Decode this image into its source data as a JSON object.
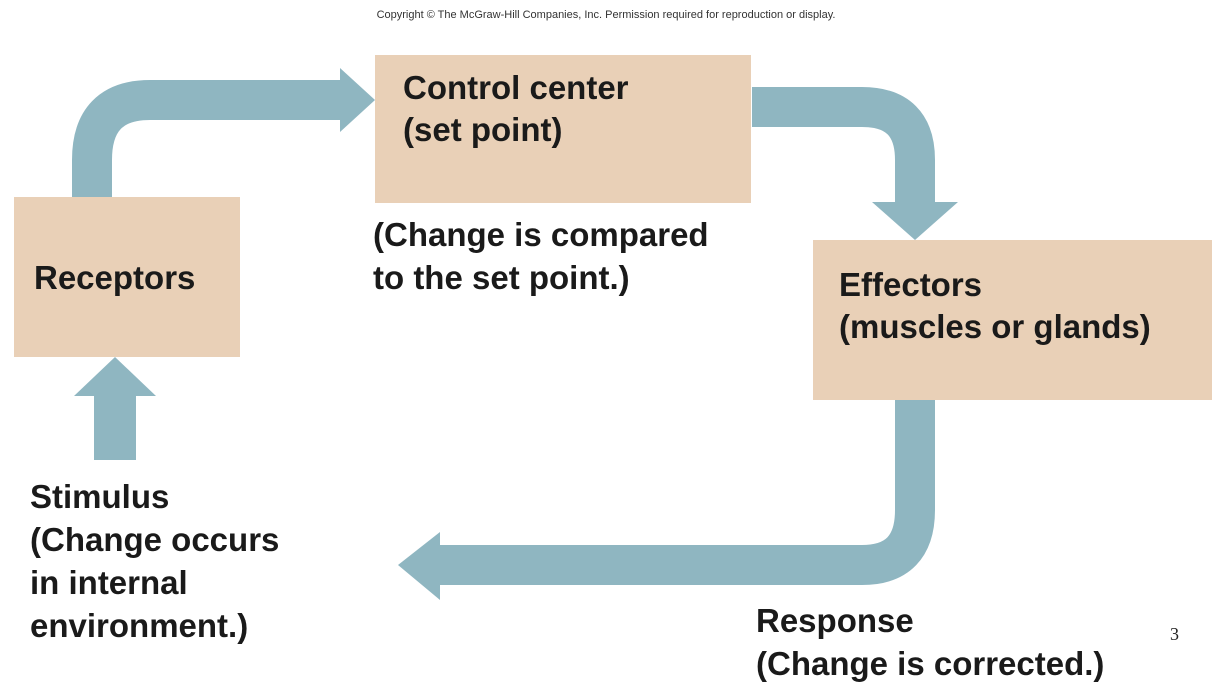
{
  "copyright": "Copyright © The McGraw-Hill Companies, Inc. Permission required for reproduction or display.",
  "nodes": {
    "control_center": {
      "line1": "Control center",
      "line2": "(set point)"
    },
    "receptors": {
      "label": "Receptors"
    },
    "effectors": {
      "line1": "Effectors",
      "line2": "(muscles or glands)"
    }
  },
  "captions": {
    "compare": {
      "line1": "(Change is compared",
      "line2": "to the set point.)"
    },
    "stimulus": {
      "line1": "Stimulus",
      "line2": "(Change occurs",
      "line3": "in internal",
      "line4": "environment.)"
    },
    "response": {
      "line1": "Response",
      "line2": "(Change is corrected.)"
    }
  },
  "page_number": "3",
  "colors": {
    "box_fill": "#e9d0b7",
    "arrow_fill": "#8fb6c1"
  }
}
